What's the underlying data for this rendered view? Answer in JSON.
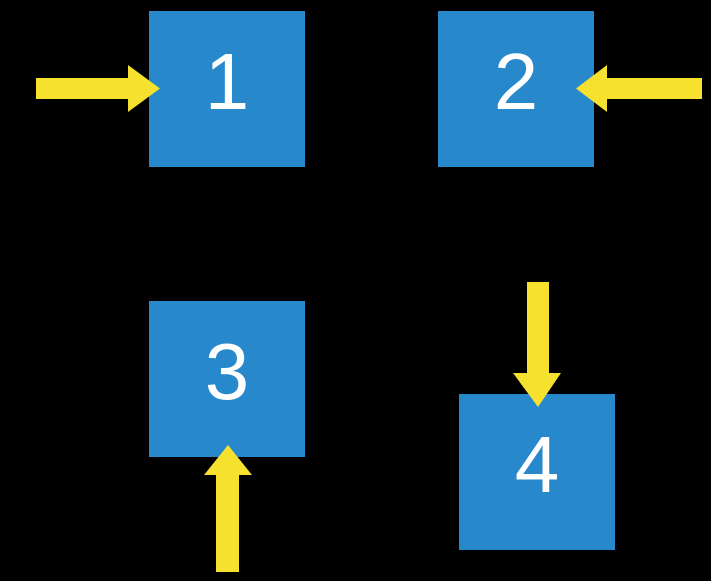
{
  "colors": {
    "background": "#000000",
    "square_fill": "#2789CB",
    "arrow_fill": "#F5E12E",
    "label_color": "#FFFFFF"
  },
  "squares": [
    {
      "label": "1",
      "arrow": {
        "direction": "right",
        "points_at_side": "left"
      }
    },
    {
      "label": "2",
      "arrow": {
        "direction": "left",
        "points_at_side": "right"
      }
    },
    {
      "label": "3",
      "arrow": {
        "direction": "up",
        "points_at_side": "bottom"
      }
    },
    {
      "label": "4",
      "arrow": {
        "direction": "down",
        "points_at_side": "top"
      }
    }
  ]
}
